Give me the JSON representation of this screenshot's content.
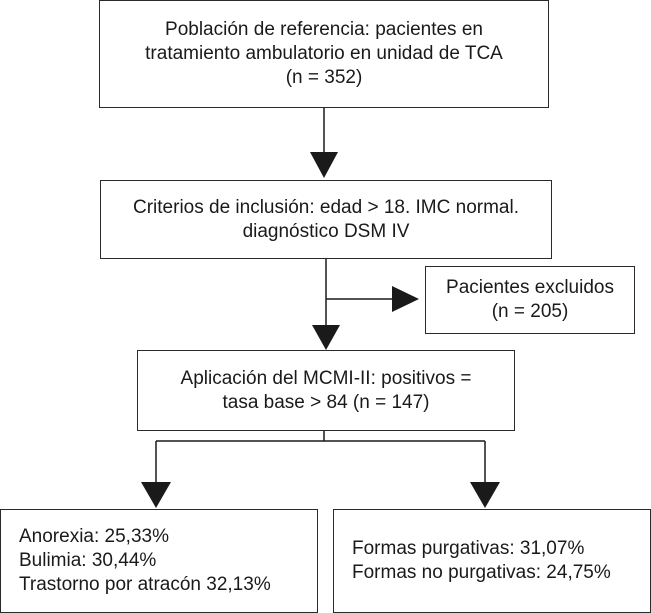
{
  "boxes": {
    "population": {
      "lines": [
        "Población de referencia: pacientes en",
        "tratamiento ambulatorio en unidad de TCA",
        "(n = 352)"
      ]
    },
    "inclusion": {
      "lines": [
        "Criterios de inclusión: edad > 18. IMC normal.",
        "diagnóstico DSM IV"
      ]
    },
    "excluded": {
      "lines": [
        "Pacientes excluidos",
        "(n = 205)"
      ]
    },
    "mcmi": {
      "lines": [
        "Aplicación del MCMI-II: positivos =",
        "tasa base > 84 (n = 147)"
      ]
    },
    "diagnoses": {
      "lines": [
        "Anorexia: 25,33%",
        "Bulimia: 30,44%",
        "Trastorno por atracón 32,13%"
      ]
    },
    "forms": {
      "lines": [
        "Formas purgativas: 31,07%",
        "Formas no purgativas: 24,75%"
      ]
    }
  }
}
